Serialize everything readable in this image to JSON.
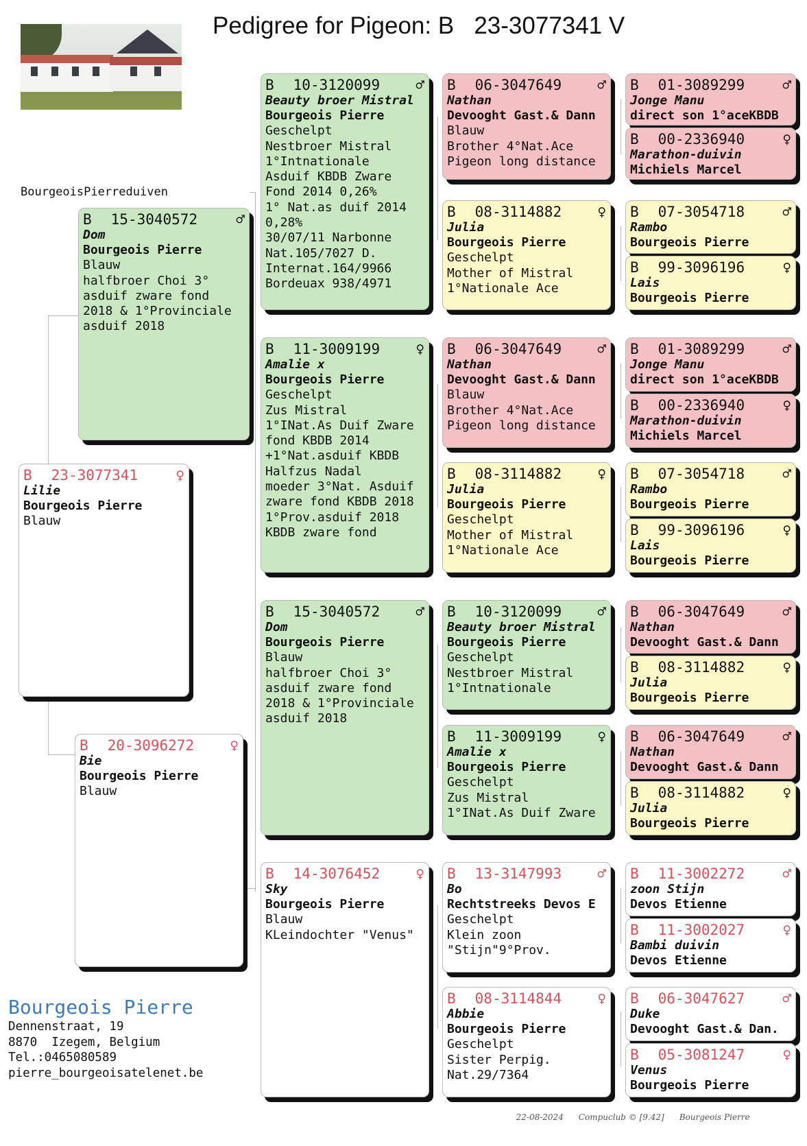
{
  "title": "Pedigree for Pigeon: B   23-3077341 V",
  "kennel_label": "BourgeoisPierreduiven",
  "colors": {
    "green": "#c9e8c2",
    "pink": "#f3c1c3",
    "yellow": "#fcf7c6",
    "white": "#ffffff",
    "ring_red": "#d5505a",
    "contact_blue": "#3f7bb9"
  },
  "subject": {
    "country": "B",
    "ring": "23-3077341",
    "sex": "♀",
    "name": "Lilie",
    "lines": [
      "Bourgeois Pierre",
      "Blauw"
    ],
    "color": "white"
  },
  "gen2": [
    {
      "country": "B",
      "ring": "15-3040572",
      "sex": "♂",
      "name": "Dom",
      "lines": [
        "Bourgeois Pierre",
        "Blauw",
        "halfbroer Choi 3°",
        "asduif zware fond",
        "2018 & 1°Provinciale",
        "asduif 2018"
      ],
      "color": "green"
    },
    {
      "country": "B",
      "ring": "20-3096272",
      "sex": "♀",
      "name": "Bie",
      "lines": [
        "Bourgeois Pierre",
        "Blauw"
      ],
      "color": "white"
    }
  ],
  "gen3": [
    {
      "country": "B",
      "ring": "10-3120099",
      "sex": "♂",
      "name": "Beauty broer Mistral",
      "lines": [
        "Bourgeois Pierre",
        "Geschelpt",
        "Nestbroer Mistral",
        "1°Intnationale",
        "Asduif KBDB Zware",
        "Fond 2014 0,26%",
        "1° Nat.as duif 2014",
        "0,28%",
        "30/07/11 Narbonne",
        "Nat.105/7027 D.",
        "Internat.164/9966",
        "Bordeuax 938/4971"
      ],
      "color": "green"
    },
    {
      "country": "B",
      "ring": "11-3009199",
      "sex": "♀",
      "name": "Amalie x",
      "lines": [
        "Bourgeois Pierre",
        "Geschelpt",
        "Zus Mistral",
        "1°INat.As Duif Zware",
        "fond KBDB 2014",
        "+1°Nat.asduif KBDB",
        "Halfzus Nadal",
        "moeder 3°Nat. Asduif",
        "zware fond KBDB 2018",
        "1°Prov.asduif 2018",
        "KBDB zware fond"
      ],
      "color": "green"
    },
    {
      "country": "B",
      "ring": "15-3040572",
      "sex": "♂",
      "name": "Dom",
      "lines": [
        "Bourgeois Pierre",
        "Blauw",
        "halfbroer Choi 3°",
        "asduif zware fond",
        "2018 & 1°Provinciale",
        "asduif 2018"
      ],
      "color": "green"
    },
    {
      "country": "B",
      "ring": "14-3076452",
      "sex": "♀",
      "name": "Sky",
      "lines": [
        "Bourgeois Pierre",
        "Blauw",
        "KLeindochter \"Venus\""
      ],
      "color": "white"
    }
  ],
  "gen4": [
    {
      "country": "B",
      "ring": "06-3047649",
      "sex": "♂",
      "name": "Nathan",
      "lines": [
        "Devooght Gast.& Dann",
        "Blauw",
        "Brother 4°Nat.Ace",
        "Pigeon long distance"
      ],
      "color": "pink"
    },
    {
      "country": "B",
      "ring": "08-3114882",
      "sex": "♀",
      "name": "Julia",
      "lines": [
        "Bourgeois Pierre",
        "Geschelpt",
        "Mother of Mistral",
        "1°Nationale Ace"
      ],
      "color": "yellow"
    },
    {
      "country": "B",
      "ring": "06-3047649",
      "sex": "♂",
      "name": "Nathan",
      "lines": [
        "Devooght Gast.& Dann",
        "Blauw",
        "Brother 4°Nat.Ace",
        "Pigeon long distance"
      ],
      "color": "pink"
    },
    {
      "country": "B",
      "ring": "08-3114882",
      "sex": "♀",
      "name": "Julia",
      "lines": [
        "Bourgeois Pierre",
        "Geschelpt",
        "Mother of Mistral",
        "1°Nationale Ace"
      ],
      "color": "yellow"
    },
    {
      "country": "B",
      "ring": "10-3120099",
      "sex": "♂",
      "name": "Beauty broer Mistral",
      "lines": [
        "Bourgeois Pierre",
        "Geschelpt",
        "Nestbroer Mistral",
        "1°Intnationale"
      ],
      "color": "green"
    },
    {
      "country": "B",
      "ring": "11-3009199",
      "sex": "♀",
      "name": "Amalie x",
      "lines": [
        "Bourgeois Pierre",
        "Geschelpt",
        "Zus Mistral",
        "1°INat.As Duif Zware"
      ],
      "color": "green"
    },
    {
      "country": "B",
      "ring": "13-3147993",
      "sex": "♂",
      "name": "Bo",
      "lines": [
        "Rechtstreeks Devos E",
        "Geschelpt",
        "Klein zoon",
        "\"Stijn\"9°Prov."
      ],
      "color": "white"
    },
    {
      "country": "B",
      "ring": "08-3114844",
      "sex": "♀",
      "name": "Abbie",
      "lines": [
        "Bourgeois Pierre",
        "Geschelpt",
        "Sister Perpig.",
        "Nat.29/7364"
      ],
      "color": "white"
    }
  ],
  "gen5": [
    {
      "country": "B",
      "ring": "01-3089299",
      "sex": "♂",
      "name": "Jonge Manu",
      "lines": [
        "direct son 1°aceKBDB"
      ],
      "color": "pink"
    },
    {
      "country": "B",
      "ring": "00-2336940",
      "sex": "♀",
      "name": "Marathon-duivin",
      "lines": [
        "Michiels Marcel"
      ],
      "color": "pink"
    },
    {
      "country": "B",
      "ring": "07-3054718",
      "sex": "♂",
      "name": "Rambo",
      "lines": [
        "Bourgeois Pierre"
      ],
      "color": "yellow"
    },
    {
      "country": "B",
      "ring": "99-3096196",
      "sex": "♀",
      "name": "Lais",
      "lines": [
        "Bourgeois Pierre"
      ],
      "color": "yellow"
    },
    {
      "country": "B",
      "ring": "01-3089299",
      "sex": "♂",
      "name": "Jonge Manu",
      "lines": [
        "direct son 1°aceKBDB"
      ],
      "color": "pink"
    },
    {
      "country": "B",
      "ring": "00-2336940",
      "sex": "♀",
      "name": "Marathon-duivin",
      "lines": [
        "Michiels Marcel"
      ],
      "color": "pink"
    },
    {
      "country": "B",
      "ring": "07-3054718",
      "sex": "♂",
      "name": "Rambo",
      "lines": [
        "Bourgeois Pierre"
      ],
      "color": "yellow"
    },
    {
      "country": "B",
      "ring": "99-3096196",
      "sex": "♀",
      "name": "Lais",
      "lines": [
        "Bourgeois Pierre"
      ],
      "color": "yellow"
    },
    {
      "country": "B",
      "ring": "06-3047649",
      "sex": "♂",
      "name": "Nathan",
      "lines": [
        "Devooght Gast.& Dann"
      ],
      "color": "pink"
    },
    {
      "country": "B",
      "ring": "08-3114882",
      "sex": "♀",
      "name": "Julia",
      "lines": [
        "Bourgeois Pierre"
      ],
      "color": "yellow"
    },
    {
      "country": "B",
      "ring": "06-3047649",
      "sex": "♂",
      "name": "Nathan",
      "lines": [
        "Devooght Gast.& Dann"
      ],
      "color": "pink"
    },
    {
      "country": "B",
      "ring": "08-3114882",
      "sex": "♀",
      "name": "Julia",
      "lines": [
        "Bourgeois Pierre"
      ],
      "color": "yellow"
    },
    {
      "country": "B",
      "ring": "11-3002272",
      "sex": "♂",
      "name": "zoon Stijn",
      "lines": [
        "Devos Etienne"
      ],
      "color": "white"
    },
    {
      "country": "B",
      "ring": "11-3002027",
      "sex": "♀",
      "name": "Bambi duivin",
      "lines": [
        "Devos Etienne"
      ],
      "color": "white"
    },
    {
      "country": "B",
      "ring": "06-3047627",
      "sex": "♂",
      "name": "Duke",
      "lines": [
        "Devooght Gast.& Dan."
      ],
      "color": "white"
    },
    {
      "country": "B",
      "ring": "05-3081247",
      "sex": "♀",
      "name": "Venus",
      "lines": [
        "Bourgeois Pierre"
      ],
      "color": "white"
    }
  ],
  "contact": {
    "name": "Bourgeois Pierre",
    "lines": [
      "Dennenstraat, 19",
      "8870  Izegem, Belgium",
      "Tel.:0465080589",
      "pierre_bourgeoisatelenet.be"
    ]
  },
  "footer": {
    "date": "22-08-2024",
    "software": "Compuclub © [9.42]",
    "owner": "Bourgeois Pierre"
  }
}
